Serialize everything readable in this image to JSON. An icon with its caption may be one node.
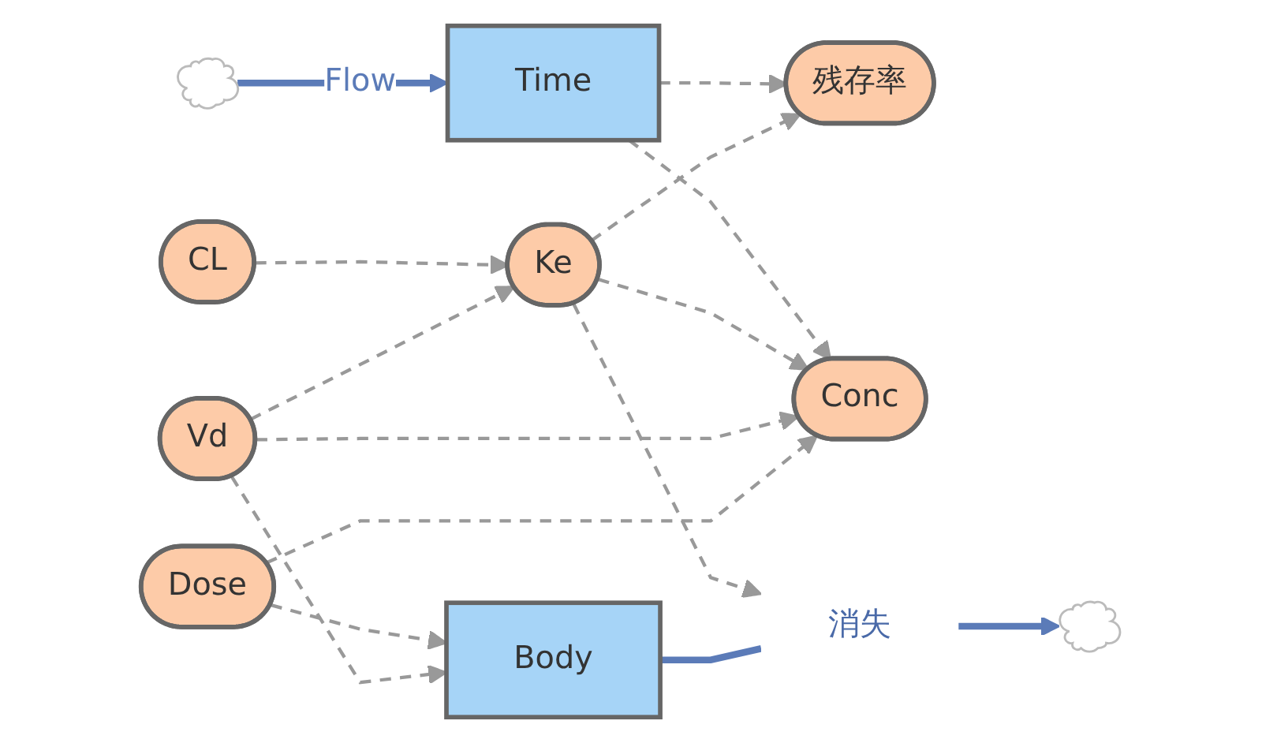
{
  "diagram": {
    "nodes": [
      {
        "text": [],
        "shape": "cloud"
      },
      {
        "text": [
          "Time"
        ]
      },
      {
        "text": [
          "残存率"
        ]
      },
      {
        "text": [
          "Ke"
        ]
      },
      {
        "text": [
          "CL"
        ]
      },
      {
        "text": [
          "Conc"
        ]
      },
      {
        "text": [
          "Vd"
        ]
      },
      {
        "text": [
          "Dose"
        ]
      },
      {
        "text": [
          "Body"
        ]
      },
      {
        "text": [
          "消失"
        ]
      },
      {
        "text": [],
        "shape": "cloud"
      }
    ],
    "edges": [
      {
        "from": 0,
        "to": 1,
        "arrow": "to",
        "label": "Flow",
        "style": "thick",
        "color": "#5b7bb8"
      },
      {
        "from": 1,
        "to": 2,
        "arrow": "to",
        "style": "dashed"
      },
      {
        "from": 3,
        "to": 2,
        "arrow": "to",
        "style": "dashed"
      },
      {
        "from": 4,
        "to": 3,
        "arrow": "to",
        "style": "dashed"
      },
      {
        "from": 1,
        "to": 5,
        "arrow": "to",
        "style": "dashed"
      },
      {
        "from": 3,
        "to": 5,
        "arrow": "to",
        "style": "dashed"
      },
      {
        "from": 6,
        "to": 5,
        "arrow": "to",
        "style": "dashed"
      },
      {
        "from": 6,
        "to": 3,
        "arrow": "to",
        "style": "dashed"
      },
      {
        "from": 7,
        "to": 5,
        "arrow": "to",
        "style": "dashed"
      },
      {
        "from": 7,
        "to": 8,
        "arrow": "to",
        "style": "dashed"
      },
      {
        "from": 6,
        "to": 8,
        "arrow": "to",
        "style": "dashed"
      },
      {
        "from": 3,
        "to": 9,
        "arrow": "to",
        "style": "dashed"
      },
      {
        "from": 8,
        "to": 9,
        "arrow": "none",
        "style": "thick",
        "color": "#5b7bb8"
      },
      {
        "from": 9,
        "to": 10,
        "arrow": "to",
        "style": "thick",
        "color": "#5b7bb8"
      }
    ]
  }
}
